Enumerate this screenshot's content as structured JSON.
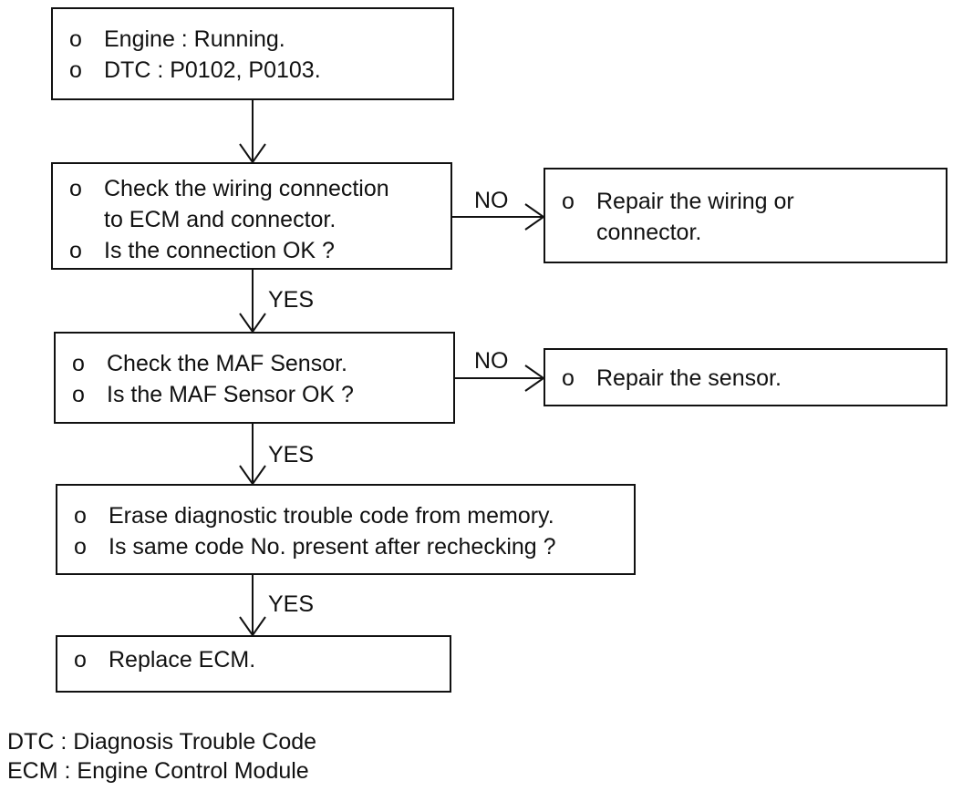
{
  "colors": {
    "line": "#111111",
    "background": "#ffffff"
  },
  "bullet": "o",
  "steps": {
    "start": {
      "lines": [
        "Engine : Running.",
        "DTC : P0102, P0103."
      ]
    },
    "wiring": {
      "lines": [
        "Check the wiring connection\nto ECM and connector.",
        "Is the connection OK ?"
      ]
    },
    "maf": {
      "lines": [
        "Check the MAF Sensor.",
        "Is the MAF Sensor OK ?"
      ]
    },
    "erase": {
      "lines": [
        "Erase diagnostic trouble code from memory.",
        "Is same code No. present after rechecking ?"
      ]
    },
    "replace": {
      "lines": [
        "Replace ECM."
      ]
    },
    "repair_wiring": {
      "lines": [
        "Repair the wiring or\nconnector."
      ]
    },
    "repair_sensor": {
      "lines": [
        "Repair the sensor."
      ]
    }
  },
  "labels": {
    "yes": "YES",
    "no": "NO"
  },
  "legend": [
    "DTC : Diagnosis Trouble Code",
    "ECM : Engine Control Module"
  ]
}
